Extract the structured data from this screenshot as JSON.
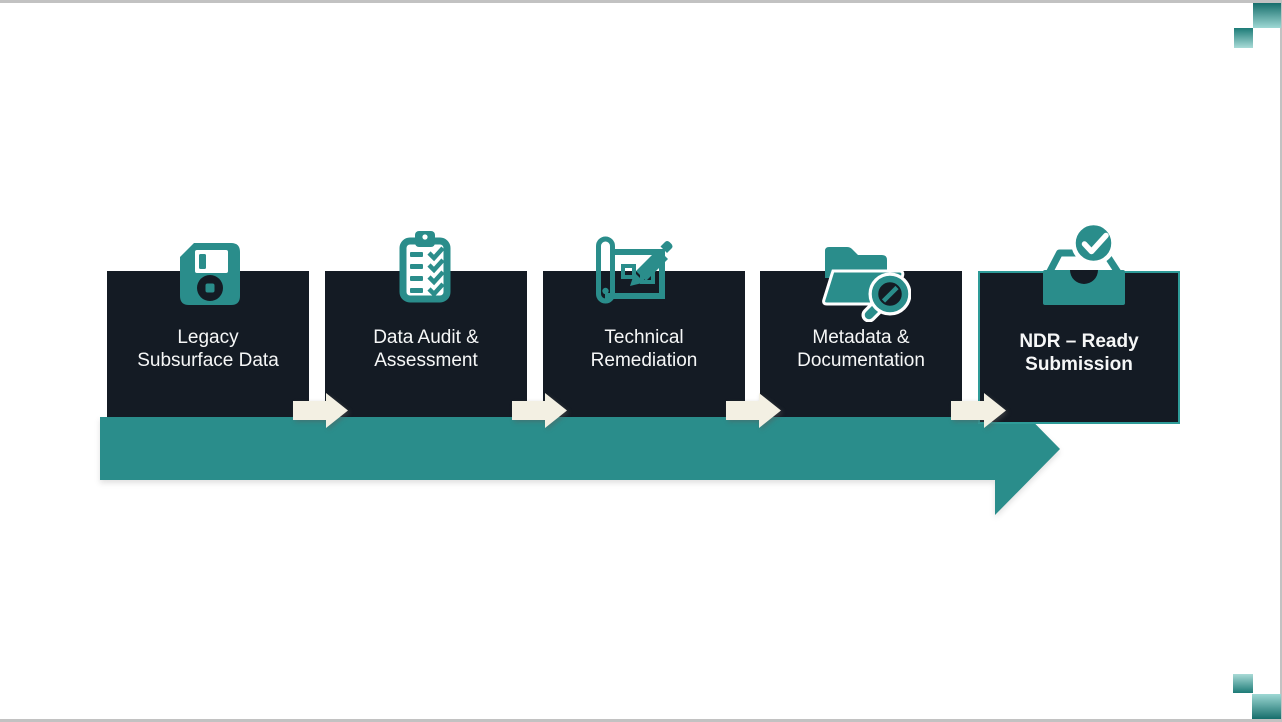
{
  "slide": {
    "colors": {
      "teal": "#2A8D8B",
      "box_dark": "#141B24",
      "cream_arrow": "#F3F0E3",
      "label_text": "#F6F7F7",
      "frame_gray": "#C2C2C2",
      "emphasis_border": "#2E9B98",
      "accent_gradient_dark": "#166E6B",
      "accent_gradient_light": "#9ED8D4"
    }
  },
  "process_flow": {
    "type": "pipeline",
    "direction": "left-to-right",
    "steps": [
      {
        "line1": "Legacy",
        "line2": "Subsurface Data",
        "icon": "floppy-disk-icon",
        "emphasis": false
      },
      {
        "line1": "Data Audit &",
        "line2": "Assessment",
        "icon": "clipboard-checklist-icon",
        "emphasis": false
      },
      {
        "line1": "Technical",
        "line2": "Remediation",
        "icon": "blueprint-pencil-icon",
        "emphasis": false
      },
      {
        "line1": "Metadata &",
        "line2": "Documentation",
        "icon": "folder-search-icon",
        "emphasis": false
      },
      {
        "line1": "NDR – Ready",
        "line2": "Submission",
        "icon": "inbox-check-icon",
        "emphasis": true
      }
    ]
  }
}
